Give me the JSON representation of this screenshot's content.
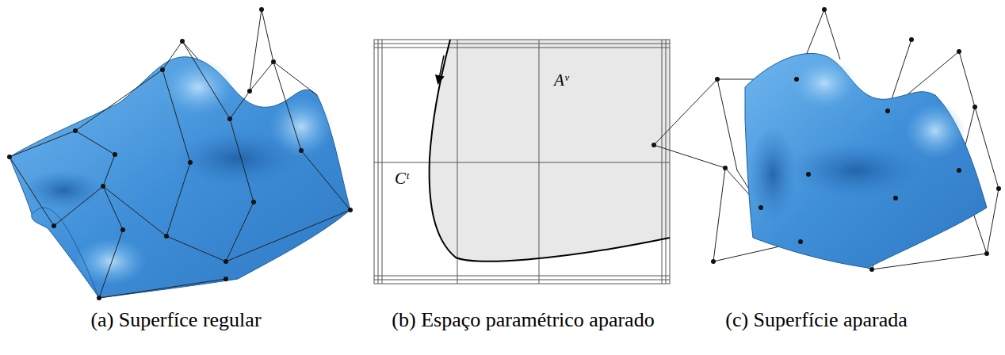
{
  "diagram": {
    "labels": [
      "Aᵛ",
      "Cᵗ",
      "(a) Superfíce regular",
      "(b) Espaço paramétrico aparado",
      "(c) Superfície aparada"
    ]
  }
}
